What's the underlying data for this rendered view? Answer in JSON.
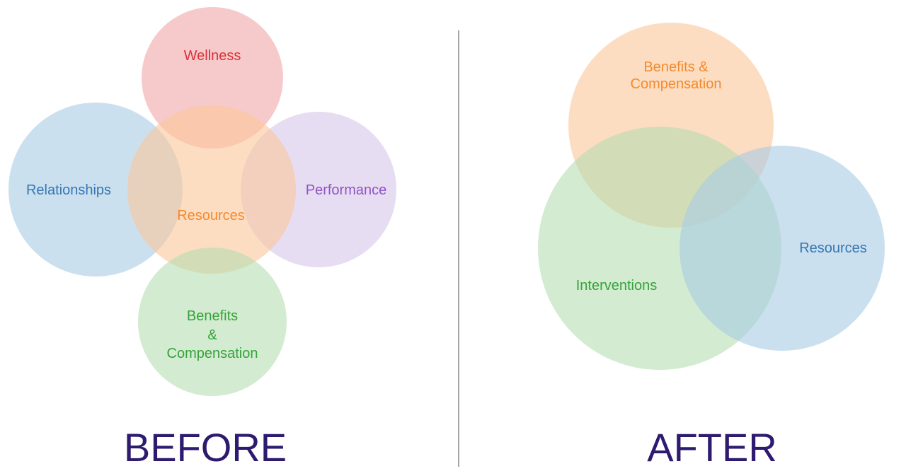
{
  "before": {
    "caption": "BEFORE",
    "circles": [
      {
        "label": "Wellness",
        "fill": "#f0a6a6",
        "text_color": "#d9323a"
      },
      {
        "label": "Relationships",
        "fill": "#a9cbe4",
        "text_color": "#3576b2"
      },
      {
        "label": "Performance",
        "fill": "#d7c6ea",
        "text_color": "#9252c6"
      },
      {
        "label": "Resources",
        "fill": "#fbc799",
        "text_color": "#f28a2c"
      },
      {
        "label_lines": [
          "Benefits",
          "&",
          "Compensation"
        ],
        "fill": "#b6deb1",
        "text_color": "#35a33b"
      }
    ]
  },
  "after": {
    "caption": "AFTER",
    "circles": [
      {
        "label_lines": [
          "Benefits &",
          "Compensation"
        ],
        "fill": "#fbc799",
        "text_color": "#f28a2c"
      },
      {
        "label": "Interventions",
        "fill": "#b6deb1",
        "text_color": "#35a33b"
      },
      {
        "label": "Resources",
        "fill": "#a9cbe4",
        "text_color": "#3576b2"
      }
    ]
  },
  "divider_color": "#a6a6a6"
}
